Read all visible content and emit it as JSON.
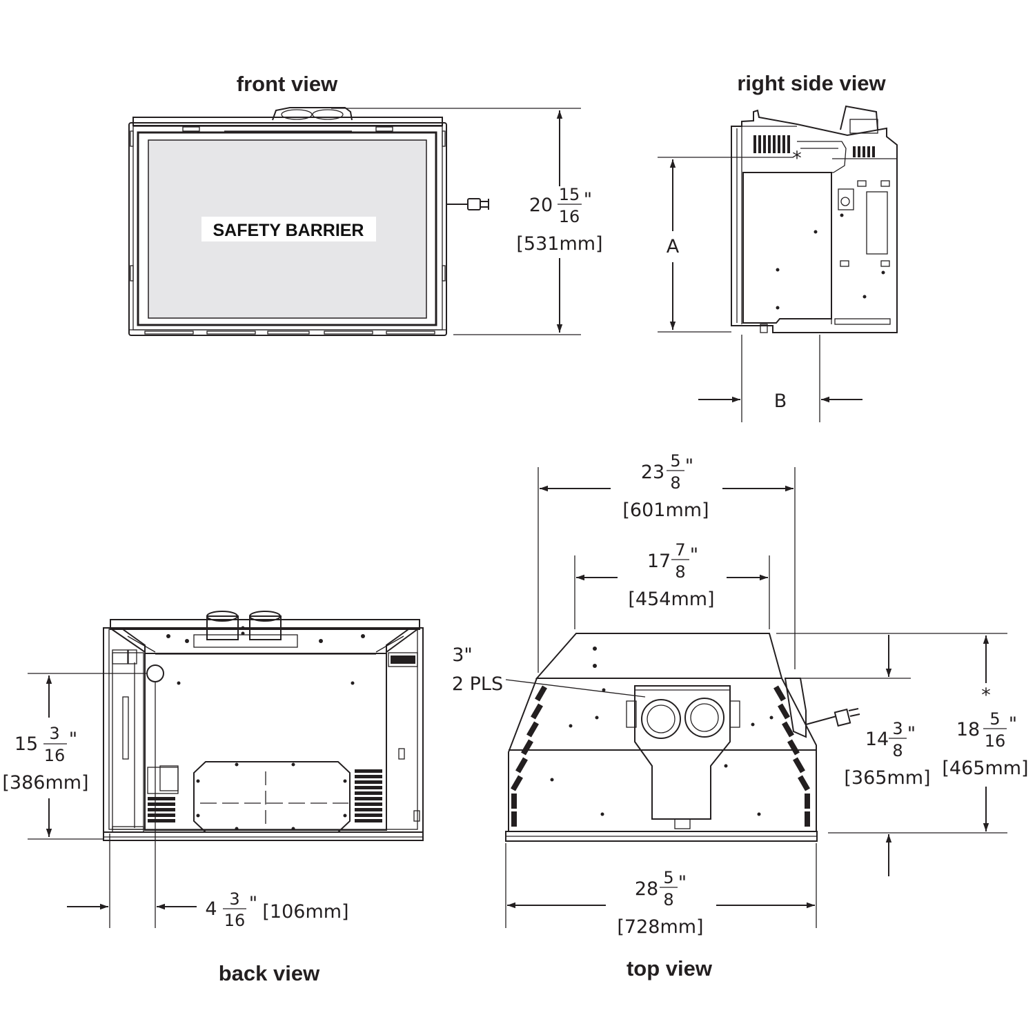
{
  "views": {
    "front": {
      "title": "front view",
      "barrier_label": "SAFETY BARRIER"
    },
    "right_side": {
      "title": "right side view",
      "asterisk": "*"
    },
    "back": {
      "title": "back view"
    },
    "top": {
      "title": "top view",
      "asterisk": "*"
    }
  },
  "dimensions": {
    "front_height": {
      "whole": "20",
      "num": "15",
      "den": "16",
      "unit": "\"",
      "mm": "[531mm]"
    },
    "side_a": {
      "label": "A"
    },
    "side_b": {
      "label": "B"
    },
    "top_width_outer": {
      "whole": "23",
      "num": "5",
      "den": "8",
      "unit": "\"",
      "mm": "[601mm]"
    },
    "top_width_inner": {
      "whole": "17",
      "num": "7",
      "den": "8",
      "unit": "\"",
      "mm": "[454mm]"
    },
    "top_width_base": {
      "whole": "28",
      "num": "5",
      "den": "8",
      "unit": "\"",
      "mm": "[728mm]"
    },
    "top_depth_inner": {
      "whole": "14",
      "num": "3",
      "den": "8",
      "unit": "\"",
      "mm": "[365mm]"
    },
    "top_depth_outer": {
      "whole": "18",
      "num": "5",
      "den": "16",
      "unit": "\"",
      "mm": "[465mm]"
    },
    "back_height": {
      "whole": "15",
      "num": "3",
      "den": "16",
      "unit": "\"",
      "mm": "[386mm]"
    },
    "back_offset": {
      "whole": "4",
      "num": "3",
      "den": "16",
      "unit": "\"",
      "mm": "[106mm]"
    },
    "vent_callout": {
      "size": "3\"",
      "qty": "2 PLS"
    }
  }
}
